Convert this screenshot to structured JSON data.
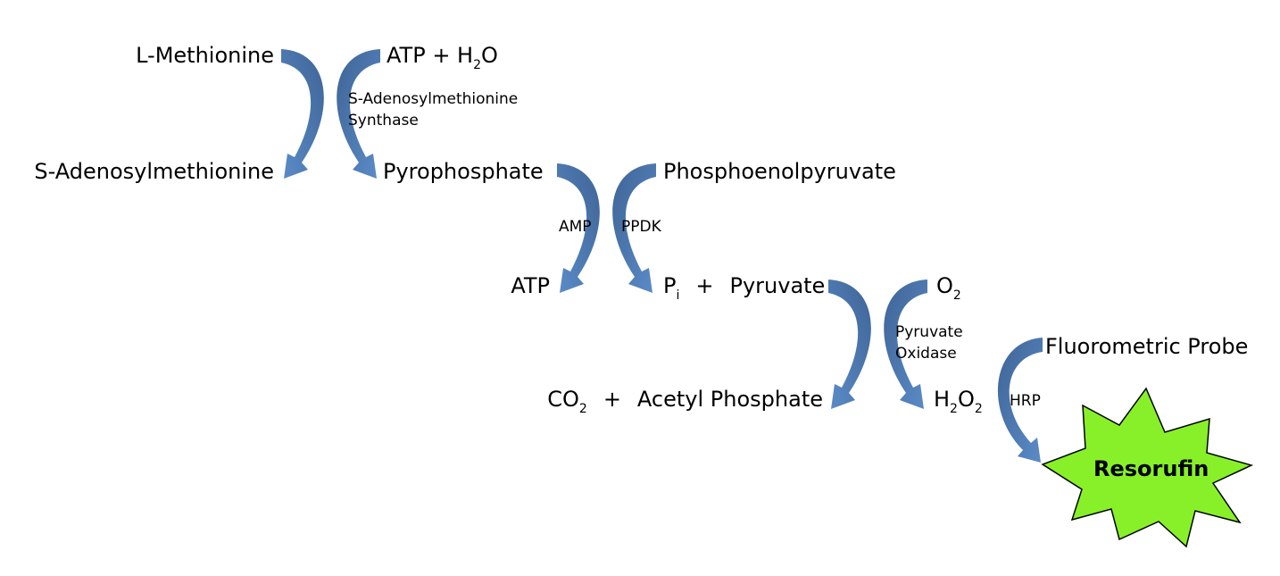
{
  "colors": {
    "arrow_dark": "#3f6496",
    "arrow_light": "#5b8cc8",
    "starburst": "#88f028"
  },
  "step1": {
    "substrate": "L-Methionine",
    "cosubstrate_main": "ATP + H",
    "cosubstrate_sub": "2",
    "cosubstrate_tail": "O",
    "enzyme_line1": "S-Adenosylmethionine",
    "enzyme_line2": "Synthase",
    "product_left": "S-Adenosylmethionine",
    "product_right": "Pyrophosphate"
  },
  "step2": {
    "cosubstrate": "Phosphoenolpyruvate",
    "left_label": "AMP",
    "right_label": "PPDK",
    "product_left": "ATP",
    "product_right_main": "P",
    "product_right_sub": "i",
    "product_right_plus": "+",
    "product_right_tail": "Pyruvate"
  },
  "step3": {
    "cosubstrate_main": "O",
    "cosubstrate_sub": "2",
    "enzyme_line1": "Pyruvate",
    "enzyme_line2": "Oxidase",
    "product_left_a": "CO",
    "product_left_a_sub": "2",
    "product_left_plus": "+",
    "product_left_b": "Acetyl Phosphate",
    "product_right_a": "H",
    "product_right_a_sub": "2",
    "product_right_b": "O",
    "product_right_b_sub": "2"
  },
  "step4": {
    "substrate": "Fluorometric Probe",
    "enzyme": "HRP",
    "product": "Resorufin"
  }
}
